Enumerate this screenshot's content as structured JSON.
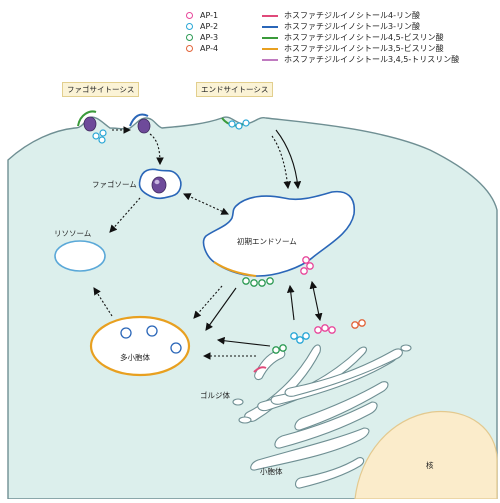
{
  "legend": {
    "adaptors": [
      {
        "label": "AP-1",
        "color": "#e8479b"
      },
      {
        "label": "AP-2",
        "color": "#2aa7d6"
      },
      {
        "label": "AP-3",
        "color": "#2e9b55"
      },
      {
        "label": "AP-4",
        "color": "#e2643a"
      }
    ],
    "lipids": [
      {
        "label": "ホスファチジルイノシトール4-リン酸",
        "color": "#e04a7a"
      },
      {
        "label": "ホスファチジルイノシトール3-リン酸",
        "color": "#2a66b8"
      },
      {
        "label": "ホスファチジルイノシトール4,5-ビスリン酸",
        "color": "#3a9a3a"
      },
      {
        "label": "ホスファチジルイノシトール3,5-ビスリン酸",
        "color": "#e8a020"
      },
      {
        "label": "ホスファチジルイノシトール3,4,5-トリスリン酸",
        "color": "#c07ac0"
      }
    ]
  },
  "labels": {
    "phagocytosis": "ファゴサイトーシス",
    "endocytosis": "エンドサイトーシス",
    "phagosome": "ファゴソーム",
    "lysosome": "リソソーム",
    "early_endosome": "初期エンドソーム",
    "mvb": "多小胞体",
    "golgi": "ゴルジ体",
    "vesicle": "小胞体",
    "nucleus": "核"
  },
  "colors": {
    "cytoplasm": "#dcefec",
    "membrane": "#6f8f93",
    "organelle_stroke": "#2a66b8",
    "mvb_stroke": "#e8a020",
    "nucleus_fill": "#fbeccb"
  }
}
